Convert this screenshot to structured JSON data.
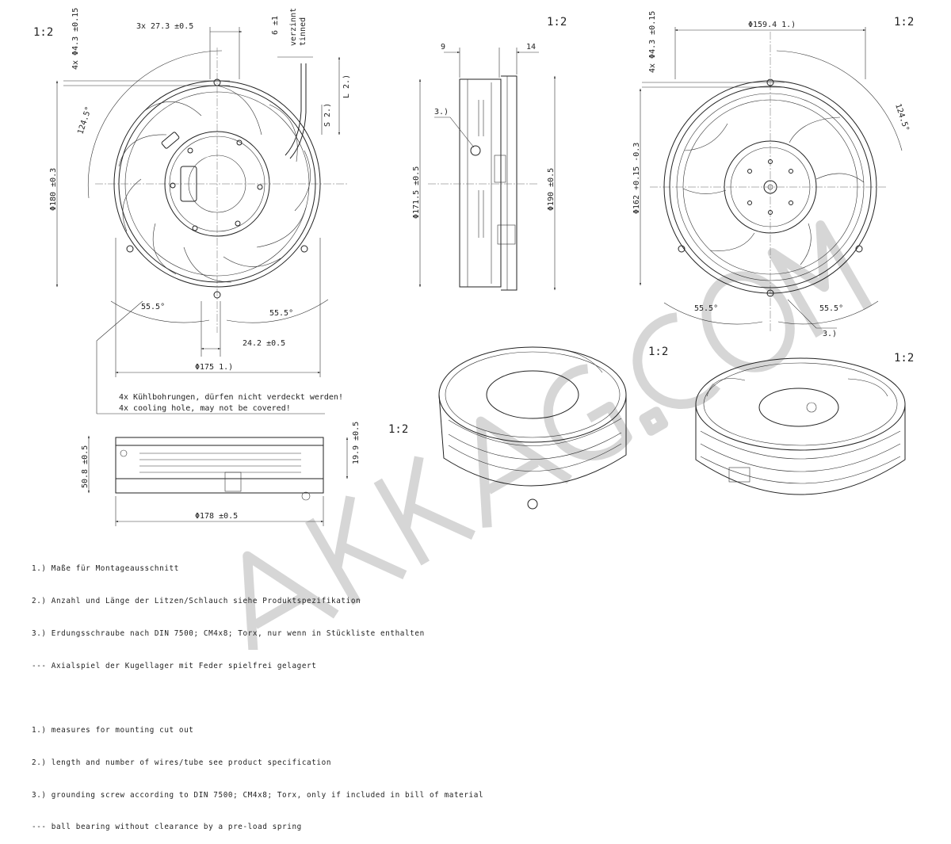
{
  "scales": {
    "front": "1:2",
    "side": "1:2",
    "back": "1:2",
    "bottom": "1:2",
    "iso_left": "1:2",
    "iso_right": "1:2"
  },
  "front_view": {
    "holes": "4x Φ4.3 ±0.15",
    "hole_pitch": "3x 27.3 ±0.5",
    "strip_length": "6 ±1",
    "strip_finish": [
      "verzinnt",
      "tinned"
    ],
    "lead_length": "L  2.)",
    "strip_s": "S  2.)",
    "angle_top": "124.5°",
    "diameter_180": "Φ180 ±0.3",
    "angle_left": "55.5°",
    "angle_right": "55.5°",
    "pitch_24": "24.2 ±0.5",
    "diameter_175": "Φ175 1.)"
  },
  "cooling_note": [
    "4x Kühlbohrungen, dürfen nicht verdeckt werden!",
    "4x cooling hole, may not be covered!"
  ],
  "side_view": {
    "dim_9": "9",
    "dim_14": "14",
    "ref_3": "3.)",
    "diameter_171": "Φ171.5 ±0.5",
    "diameter_190": "Φ190 ±0.5"
  },
  "back_view": {
    "diameter_159": "Φ159.4 1.)",
    "holes": "4x Φ4.3 ±0.15",
    "angle_top": "124.5°",
    "diameter_162": "Φ162 +0.15 -0.3",
    "angle_left": "55.5°",
    "angle_right": "55.5°",
    "ref_3": "3.)"
  },
  "bottom_view": {
    "height_50": "50.8 ±0.5",
    "height_19": "19.9 ±0.5",
    "diameter_178": "Φ178 ±0.5"
  },
  "notes_de": [
    "1.) Maße für Montageausschnitt",
    "2.) Anzahl und Länge der Litzen/Schlauch siehe Produktspezifikation",
    "3.) Erdungsschraube nach DIN 7500; CM4x8; Torx, nur wenn in Stückliste enthalten",
    "--- Axialspiel der Kugellager mit Feder spielfrei gelagert"
  ],
  "notes_en": [
    "1.) measures for mounting cut out",
    "2.) length and number of wires/tube see product specification",
    "3.) grounding screw according to DIN 7500; CM4x8; Torx, only if included in bill of material",
    "--- ball bearing without clearance by a pre-load spring"
  ],
  "watermark": "AKKAG.COM",
  "colors": {
    "ink": "#222222",
    "watermark": "#d6d6d6",
    "background": "#ffffff"
  }
}
